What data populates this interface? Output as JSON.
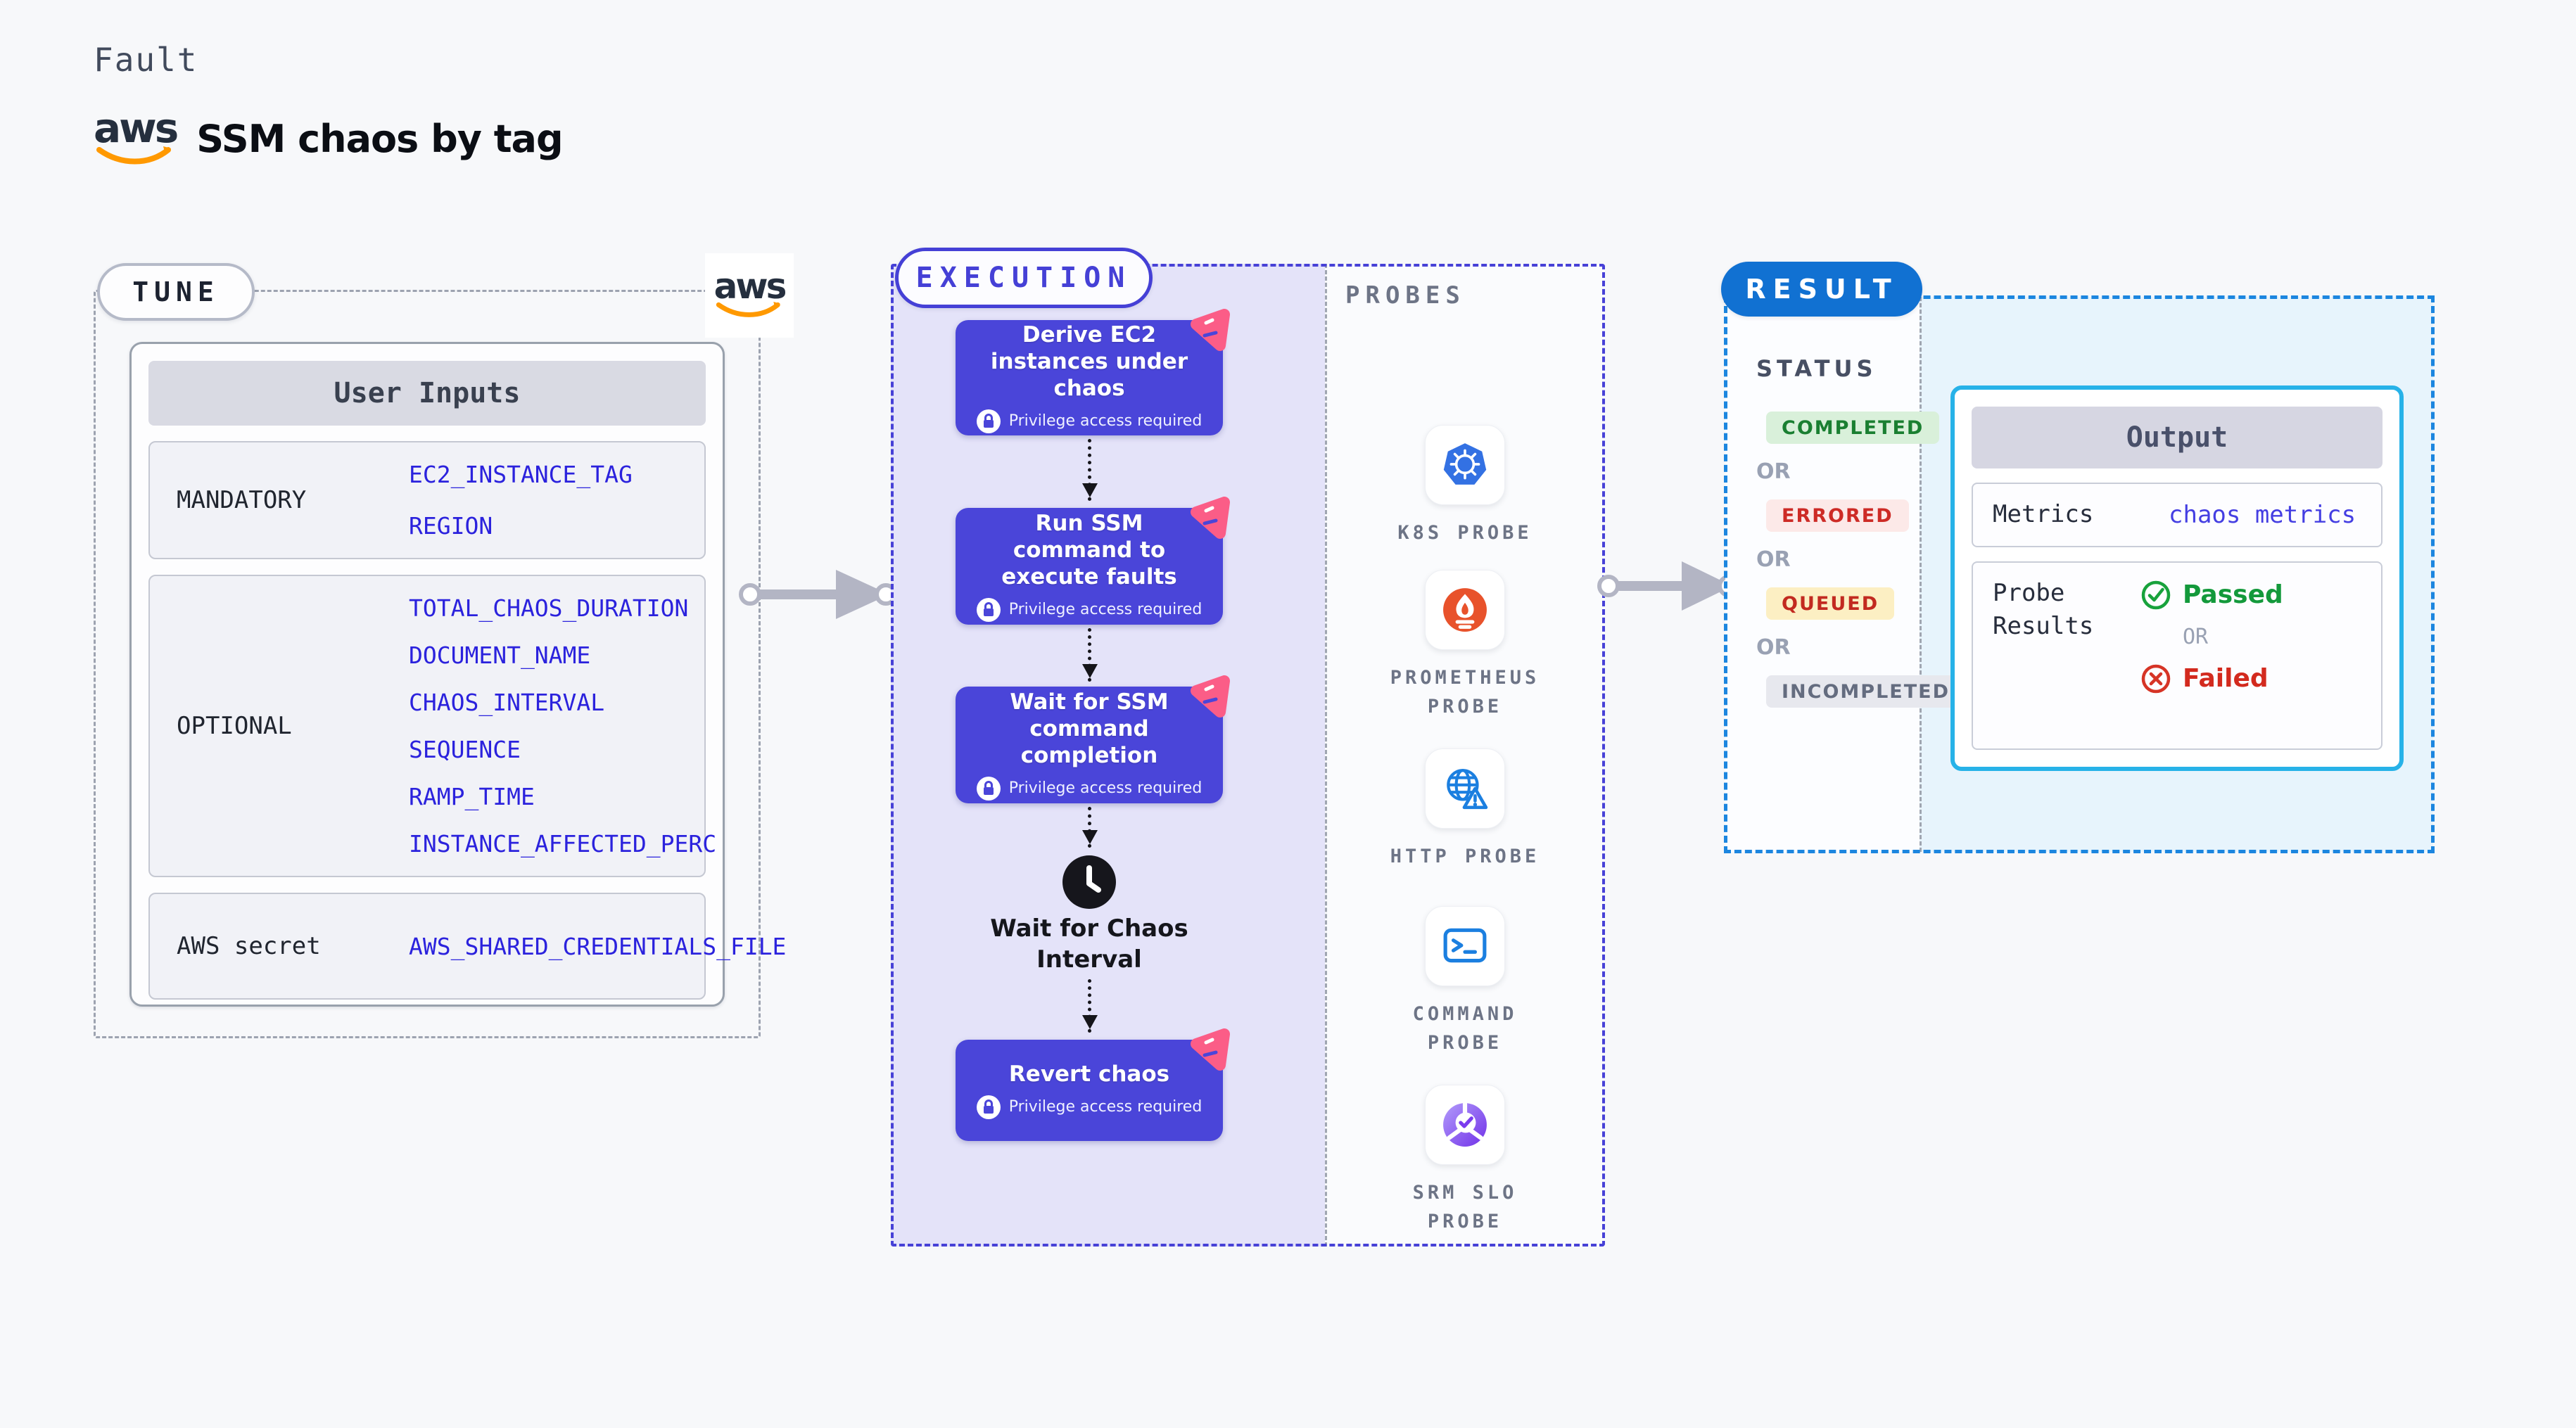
{
  "header": {
    "kicker": "Fault",
    "title": "SSM chaos by tag",
    "aws_logo_text": "aws"
  },
  "tune": {
    "label": "TUNE",
    "table_title": "User Inputs",
    "rows": [
      {
        "label": "MANDATORY",
        "values": [
          "EC2_INSTANCE_TAG",
          "REGION"
        ]
      },
      {
        "label": "OPTIONAL",
        "values": [
          "TOTAL_CHAOS_DURATION",
          "DOCUMENT_NAME",
          "CHAOS_INTERVAL",
          "SEQUENCE",
          "RAMP_TIME",
          "INSTANCE_AFFECTED_PERC"
        ]
      },
      {
        "label": "AWS secret",
        "values": [
          "AWS_SHARED_CREDENTIALS_FILE"
        ]
      }
    ]
  },
  "execution": {
    "label": "EXECUTION",
    "steps": [
      {
        "title": "Derive EC2 instances under chaos",
        "badge": "Privilege access required"
      },
      {
        "title": "Run SSM command to execute faults",
        "badge": "Privilege access required"
      },
      {
        "title": "Wait for SSM command completion",
        "badge": "Privilege access required"
      },
      {
        "title": "Revert chaos",
        "badge": "Privilege access required"
      }
    ],
    "wait_step": {
      "title": "Wait for Chaos Interval"
    },
    "probes": {
      "label": "PROBES",
      "items": [
        {
          "icon": "kubernetes-icon",
          "label": "K8S PROBE"
        },
        {
          "icon": "prometheus-icon",
          "label": "PROMETHEUS PROBE"
        },
        {
          "icon": "http-globe-icon",
          "label": "HTTP PROBE"
        },
        {
          "icon": "terminal-icon",
          "label": "COMMAND PROBE"
        },
        {
          "icon": "srm-slo-icon",
          "label": "SRM SLO PROBE"
        }
      ]
    }
  },
  "result": {
    "label": "RESULT",
    "status_title": "STATUS",
    "or_label": "OR",
    "statuses": [
      {
        "text": "COMPLETED",
        "type": "completed"
      },
      {
        "text": "ERRORED",
        "type": "errored"
      },
      {
        "text": "QUEUED",
        "type": "queued"
      },
      {
        "text": "INCOMPLETED",
        "type": "incompleted"
      }
    ],
    "output": {
      "title": "Output",
      "metrics_label": "Metrics",
      "metrics_value": "chaos metrics",
      "probe_results_label": "Probe Results",
      "passed": "Passed",
      "or": "OR",
      "failed": "Failed"
    }
  },
  "colors": {
    "page_bg": "#f7f8fa",
    "indigo_accent": "#4741d7",
    "step_card_bg": "#4a45d9",
    "lavender_panel": "#e4e3f9",
    "chaos_pink": "#fb5d87",
    "result_blue": "#1171d2",
    "result_dash_blue": "#1c86df",
    "output_border_cyan": "#27b2e8",
    "value_link_blue": "#2b22dd",
    "aws_orange": "#ff9900",
    "completed_green": "#1a7f31",
    "errored_red": "#cd2b26",
    "queued_yellow_bg": "#fcefc3",
    "passed_green": "#13993b",
    "failed_red": "#d32a1e",
    "kubernetes_blue": "#3371e3",
    "prometheus_orange": "#e8522b",
    "probe_icon_blue": "#1b7fe0",
    "srm_purple": "#7131e8"
  }
}
